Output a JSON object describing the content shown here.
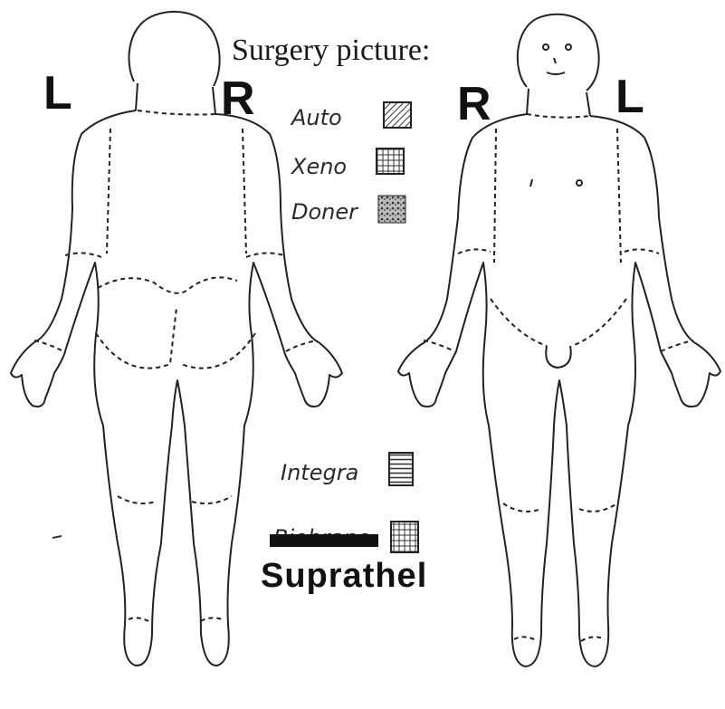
{
  "title": "Surgery picture:",
  "orientation": {
    "back_left": "L",
    "back_right": "R",
    "front_right": "R",
    "front_left": "L"
  },
  "legend": {
    "auto": "Auto",
    "xeno": "Xeno",
    "donor": "Doner",
    "integra": "Integra",
    "struck_label": "Biobrane",
    "suprathel": "Suprathel"
  }
}
